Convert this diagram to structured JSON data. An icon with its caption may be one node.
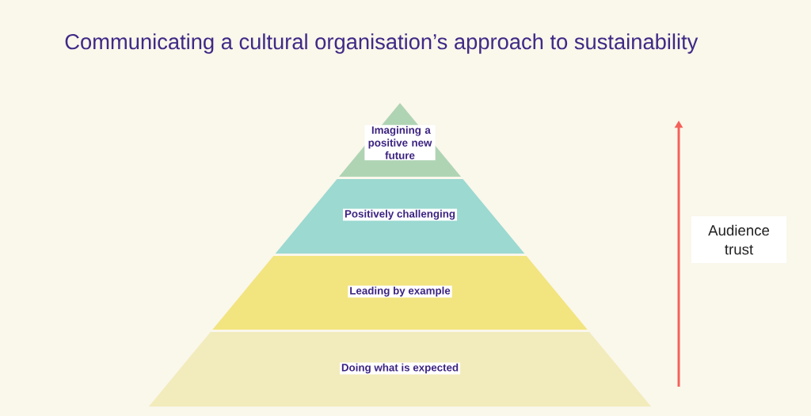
{
  "diagram": {
    "title": "Communicating a cultural organisation’s approach to sustainability",
    "nodes": [
      {
        "text": [
          "Imagining a positive new future"
        ]
      },
      {
        "text": [
          "Positively challenging"
        ]
      },
      {
        "text": [
          "Leading by example"
        ]
      },
      {
        "text": [
          "Doing what is expected"
        ]
      },
      {
        "text": [
          "Audience trust"
        ]
      }
    ]
  }
}
